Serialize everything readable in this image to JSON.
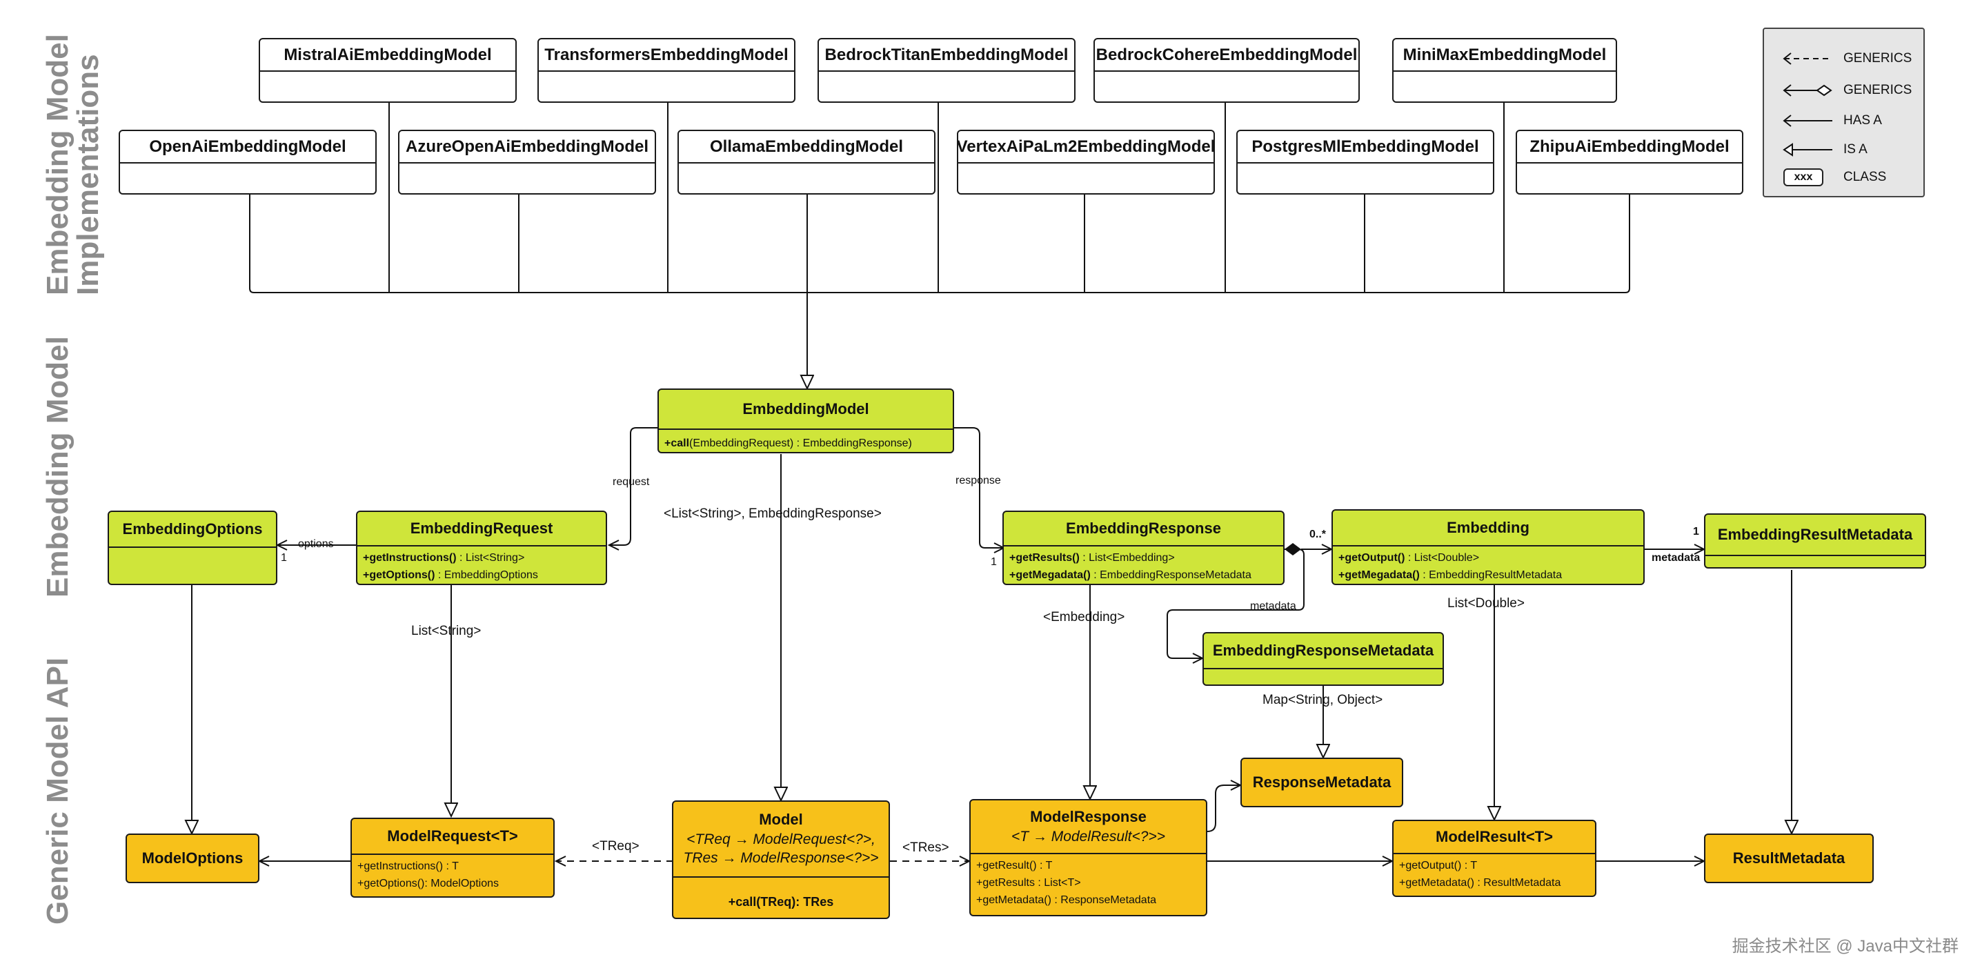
{
  "sections": {
    "implementations": [
      "Embedding Model",
      "Implementations"
    ],
    "embedding_model": "Embedding Model",
    "generic_api": "Generic Model API"
  },
  "implementations": {
    "row1": [
      "MistralAiEmbeddingModel",
      "TransformersEmbeddingModel",
      "BedrockTitanEmbeddingModel",
      "BedrockCohereEmbeddingModel",
      "MiniMaxEmbeddingModel"
    ],
    "row2": [
      "OpenAiEmbeddingModel",
      "AzureOpenAiEmbeddingModel",
      "OllamaEmbeddingModel",
      "VertexAiPaLm2EmbeddingModel",
      "PostgresMlEmbeddingModel",
      "ZhipuAiEmbeddingModel"
    ]
  },
  "classes": {
    "embedding_model": {
      "name": "EmbeddingModel",
      "op_bold": "+call",
      "op_rest": "(EmbeddingRequest) : EmbeddingResponse)"
    },
    "embedding_options": {
      "name": "EmbeddingOptions"
    },
    "embedding_request": {
      "name": "EmbeddingRequest",
      "ops": [
        {
          "bold": "+getInstructions()",
          "rest": " : List<String>"
        },
        {
          "bold": "+getOptions()",
          "rest": " : EmbeddingOptions"
        }
      ]
    },
    "embedding_response": {
      "name": "EmbeddingResponse",
      "ops": [
        {
          "bold": "+getResults()",
          "rest": " : List<Embedding>"
        },
        {
          "bold": "+getMegadata()",
          "rest": " : EmbeddingResponseMetadata"
        }
      ]
    },
    "embedding": {
      "name": "Embedding",
      "ops": [
        {
          "bold": "+getOutput()",
          "rest": " : List<Double>"
        },
        {
          "bold": "+getMegadata()",
          "rest": " : EmbeddingResultMetadata"
        }
      ]
    },
    "embedding_result_metadata": {
      "name": "EmbeddingResultMetadata"
    },
    "embedding_response_metadata": {
      "name": "EmbeddingResponseMetadata"
    },
    "response_metadata": {
      "name": "ResponseMetadata"
    },
    "model_options": {
      "name": "ModelOptions"
    },
    "model_request": {
      "name": "ModelRequest<T>",
      "ops": [
        "+getInstructions() : T",
        "+getOptions(): ModelOptions"
      ]
    },
    "model": {
      "name": "Model",
      "generic1": "<TReq → ModelRequest<?>,",
      "generic2": "TRes → ModelResponse<?>>",
      "op": "+call(TReq): TRes"
    },
    "model_response": {
      "name": "ModelResponse",
      "generic": "<T → ModelResult<?>>",
      "ops": [
        "+getResult() : T",
        "+getResults : List<T>",
        "+getMetadata() : ResponseMetadata"
      ]
    },
    "model_result": {
      "name": "ModelResult<T>",
      "ops": [
        "+getOutput() : T",
        "+getMetadata() : ResultMetadata"
      ]
    },
    "result_metadata": {
      "name": "ResultMetadata"
    }
  },
  "edge_labels": {
    "request": "request",
    "response": "response",
    "options": "options",
    "options_mult": "1",
    "list_string_embresp": "<List<String>, EmbeddingResponse>",
    "list_string": "List<String>",
    "embedding_generic": "<Embedding>",
    "metadata": "metadata",
    "metadata2": "metadata",
    "metadata_mult": "1",
    "list_double": "List<Double>",
    "map": "Map<String, Object>",
    "zero_many": "0..*",
    "resp_mult": "1",
    "treq": "<TReq>",
    "tres": "<TRes>"
  },
  "legend": [
    {
      "icon": "dashed-arrow-icon",
      "label": "GENERICS"
    },
    {
      "icon": "diamond-arrow-icon",
      "label": "GENERICS"
    },
    {
      "icon": "open-arrow-icon",
      "label": "HAS A"
    },
    {
      "icon": "triangle-arrow-icon",
      "label": "IS A"
    },
    {
      "icon": "class-box-icon",
      "box": "xxx",
      "label": "CLASS"
    }
  ],
  "watermark": "掘金技术社区 @ Java中文社群",
  "colors": {
    "green": "#cfe53a",
    "yellow": "#f7c11a",
    "section": "#8c8c8c"
  }
}
